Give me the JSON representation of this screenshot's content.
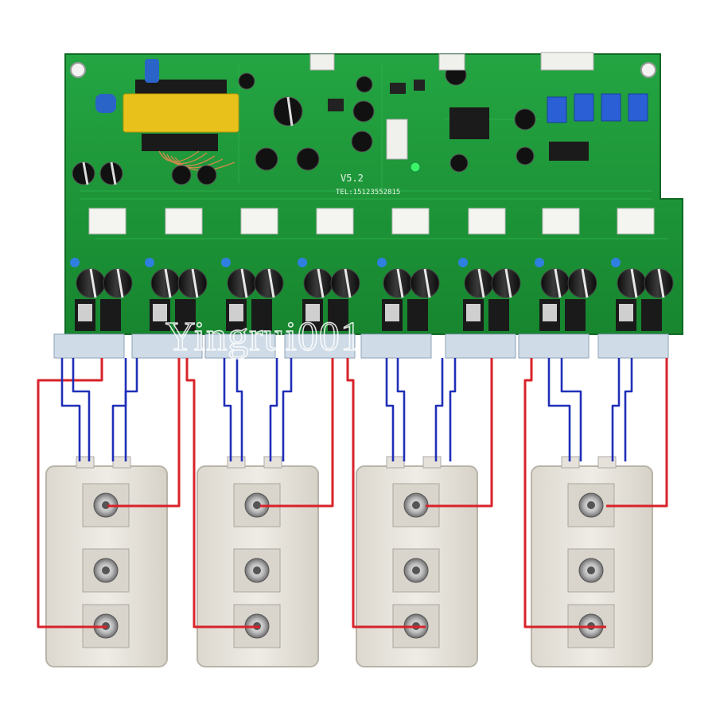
{
  "board": {
    "version_label": "V5.2",
    "tel_label": "TEL:15123552815"
  },
  "watermark": {
    "text": "Yingrui001"
  },
  "colors": {
    "pcb": "#1f9a3a",
    "pcb_dark": "#167a2c",
    "module_body": "#e9e6df",
    "wire_red": "#d8222a",
    "wire_blue": "#1f2fb8",
    "transformer_yellow": "#e8c21a",
    "trimpot_blue": "#2a5fd6"
  },
  "counts": {
    "driver_channels": 8,
    "igbt_modules": 4,
    "trimpots": 4
  }
}
